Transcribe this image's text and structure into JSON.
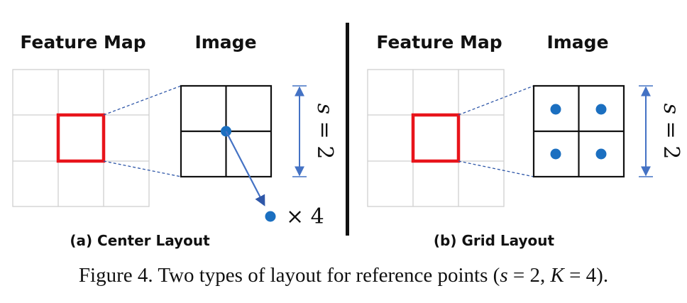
{
  "panel_a": {
    "feature_map_title": "Feature Map",
    "image_title": "Image",
    "scale_var": "s",
    "scale_eq": " = 2",
    "times_label": "× 4",
    "caption": "(a) Center Layout"
  },
  "panel_b": {
    "feature_map_title": "Feature Map",
    "image_title": "Image",
    "scale_var": "s",
    "scale_eq": " = 2",
    "caption": "(b) Grid Layout"
  },
  "figure_caption": {
    "prefix": "Figure 4. Two types of layout for reference points (",
    "s_var": "s",
    "s_eq": " = 2, ",
    "k_var": "K",
    "k_eq": " = 4)."
  },
  "colors": {
    "grid_line": "#cfcfcf",
    "highlight": "#e8141b",
    "point": "#1b6fc0",
    "arrow": "#4472c4",
    "connector": "#2f57a8",
    "divider": "#111111"
  }
}
